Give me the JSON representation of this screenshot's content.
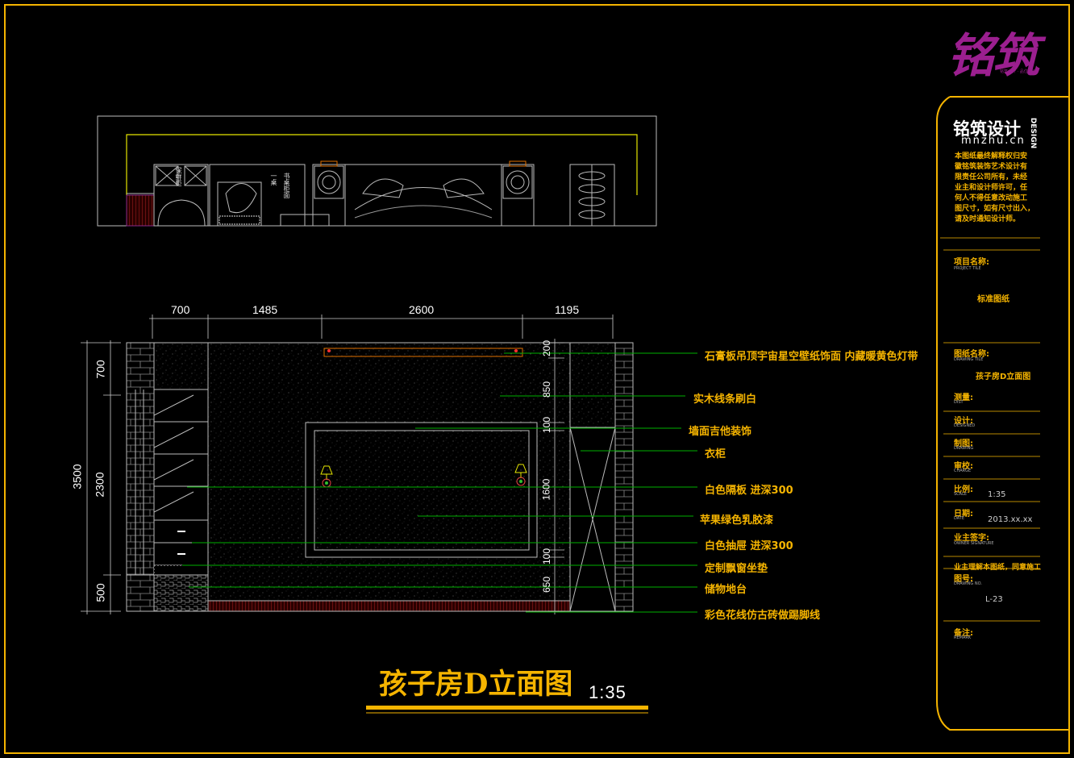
{
  "logo": {
    "text": "铭筑",
    "tagline": "铭筑设计 · 品位生活"
  },
  "company": {
    "name": "铭筑设计",
    "design_word": "DESIGN",
    "url": "mnzhu.cn",
    "notice": [
      "本图纸最终解释权归安",
      "徽铭筑装饰艺术设计有",
      "限责任公司所有，未经",
      "业主和设计师许可，任",
      "何人不得任意改动施工",
      "图尺寸，如有尺寸出入，",
      "请及时通知设计师。"
    ]
  },
  "title_block": {
    "project_label": "项目名称:",
    "project_sub": "PROJECT TILE",
    "project_value": "标准图纸",
    "drawing_label": "图纸名称:",
    "drawing_sub": "DRAWING TILE",
    "drawing_value": "孩子房D立面图",
    "survey_label": "测量:",
    "survey_sub": "DIST",
    "design_label": "设计:",
    "design_sub": "DESIGNED",
    "draw_label": "制图:",
    "draw_sub": "DRAWING",
    "check_label": "审校:",
    "check_sub": "CHARGE",
    "scale_label": "比例:",
    "scale_sub": "SCALE",
    "scale_value": "1:35",
    "date_label": "日期:",
    "date_sub": "DATE",
    "date_value": "2013.xx.xx",
    "owner_label": "业主签字:",
    "owner_sub": "OWNER SIGNATURE",
    "owner_note": "业主理解本图纸，同意施工",
    "no_label": "图号:",
    "no_sub": "DRAWING NO.",
    "no_value": "L-23",
    "remark_label": "备注:",
    "remark_sub": "REMARK"
  },
  "plan": {
    "label_left": "保鲜柜",
    "label_mid_a": "书桌柜面",
    "label_mid_b": "一桌"
  },
  "dims_top": [
    "700",
    "1485",
    "2600",
    "1195"
  ],
  "dims_left": {
    "total": "3500",
    "parts": [
      "700",
      "2300",
      "500"
    ]
  },
  "dims_right": [
    "200",
    "850",
    "100",
    "1600",
    "100",
    "650"
  ],
  "annotations": [
    "石膏板吊顶宇宙星空壁纸饰面 内藏暖黄色灯带",
    "实木线条刷白",
    "墙面吉他装饰",
    "衣柜",
    "白色隔板 进深300",
    "苹果绿色乳胶漆",
    "白色抽屉 进深300",
    "定制飘窗坐垫",
    "储物地台",
    "彩色花线仿古砖做踢脚线"
  ],
  "title": {
    "main": "孩子房D立面图",
    "scale": "1:35"
  },
  "colors": {
    "frame": "#f5b400",
    "logo": "#9b1f8f",
    "line": "#00c000",
    "annotation": "#f5b400",
    "wall": "#1a1a1a"
  }
}
